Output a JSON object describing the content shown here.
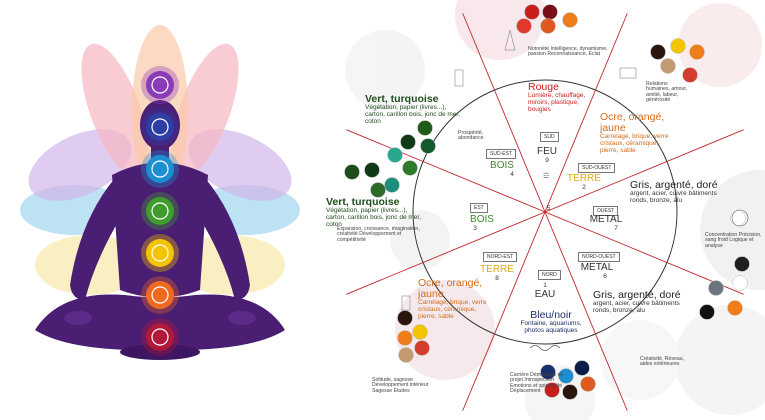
{
  "center": {
    "number": "5"
  },
  "sectors": [
    {
      "direction": "SUD",
      "element": "FEU",
      "number": "9"
    },
    {
      "direction": "SUD-OUEST",
      "element": "TERRE",
      "number": "2"
    },
    {
      "direction": "OUEST",
      "element": "METAL",
      "number": "7"
    },
    {
      "direction": "NORD-OUEST",
      "element": "METAL",
      "number": "6"
    },
    {
      "direction": "NORD",
      "element": "EAU",
      "number": "1"
    },
    {
      "direction": "NORD-EST",
      "element": "TERRE",
      "number": "8"
    },
    {
      "direction": "EST",
      "element": "BOIS",
      "number": "3"
    },
    {
      "direction": "SUD-EST",
      "element": "BOIS",
      "number": "4"
    }
  ],
  "colors_text": {
    "rouge_title": "Rouge",
    "rouge_desc": "Lumière, chauffage, miroirs, plastique, bougies",
    "ocre1_title": "Ocre, orangé, jaune",
    "ocre1_desc": "Carrelage, brique, verre cristaux, céramique, pierre, sable",
    "gris1_title": "Gris, argenté, doré",
    "gris1_desc": "argent, acier, cuivre bâtiments ronds, bronze, alu",
    "gris2_title": "Gris, argenté, doré",
    "gris2_desc": "argent, acier, cuivre bâtiments ronds, bronze, alu",
    "bleu_title": "Bleu/noir",
    "bleu_desc": "Fontaine, aquariums, photos aquatiques",
    "ocre2_title": "Ocre, orangé, jaune",
    "ocre2_desc": "Carrelage, brique, verre cristaux, céramique, pierre, sable",
    "vert1_title": "Vert, turquoise",
    "vert1_desc": "Végétation, papier (livres...), carton, carillon bois, jonc de mer, coton",
    "vert2_title": "Vert, turquoise",
    "vert2_desc": "Végétation, papier (livres...), carton, carillon bois, jonc de mer, coton"
  },
  "aspirations": {
    "notoriete": "Notoriété Intelligence, dynamisme, passion Reconnaissance, Eclat",
    "relations": "Relations humaines, amour, amitié, labeur, générosité",
    "concentration": "Concentration Précision, sang froid Logique et analyse",
    "creativite": "Créativité, Réseau, aides extérieures",
    "carriere": "Carrière Démarrage de projet Introspection Emotions et spiritualité Déplacement",
    "solitude": "Solitude, sagesse Développement intérieur Sagesse Etudes",
    "expansion": "Expansion, croissance, imagination, créativité Développement et compétitivité",
    "prosperite": "Prospérité, abondance"
  },
  "palette": {
    "chakra": [
      "#b2183a",
      "#ef6a1f",
      "#f5c400",
      "#3f9d2e",
      "#1d8fd0",
      "#2d3fa5",
      "#8a3cb8"
    ],
    "figure": "#4a1e73",
    "line_red": "#c0272d"
  }
}
